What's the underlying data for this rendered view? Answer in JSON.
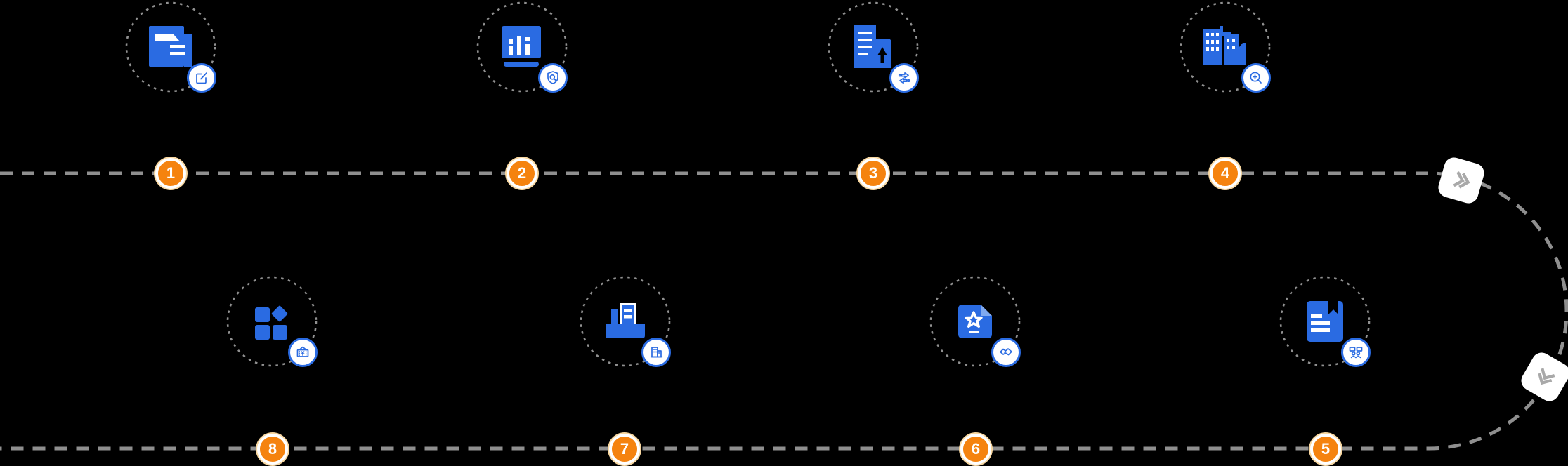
{
  "steps": [
    {
      "number": "1",
      "icon": "folder-documents",
      "badge_icon": "edit"
    },
    {
      "number": "2",
      "icon": "bar-chart-board",
      "badge_icon": "shield-search"
    },
    {
      "number": "3",
      "icon": "document-upload",
      "badge_icon": "transfer-arrows"
    },
    {
      "number": "4",
      "icon": "buildings",
      "badge_icon": "zoom-in"
    },
    {
      "number": "5",
      "icon": "contract-book",
      "badge_icon": "meeting-people"
    },
    {
      "number": "6",
      "icon": "star-certificate",
      "badge_icon": "handshake"
    },
    {
      "number": "7",
      "icon": "archive-documents",
      "badge_icon": "building"
    },
    {
      "number": "8",
      "icon": "app-grid",
      "badge_icon": "money"
    }
  ],
  "arrows": [
    {
      "icon": "double-chevron-forward",
      "position": "top-right-curve"
    },
    {
      "icon": "double-chevron-forward",
      "position": "bottom-right-curve"
    }
  ],
  "colors": {
    "background": "#000000",
    "icon_blue": "#2A6BE2",
    "icon_blue_light": "#7FA9F0",
    "badge_orange": "#F5830F",
    "badge_outer_ring": "#F8D7A0",
    "dashed_line_gray": "#8F8F8F",
    "chevron_gray": "#A9A9A9",
    "badge_number_color": "#FFFFFF"
  }
}
